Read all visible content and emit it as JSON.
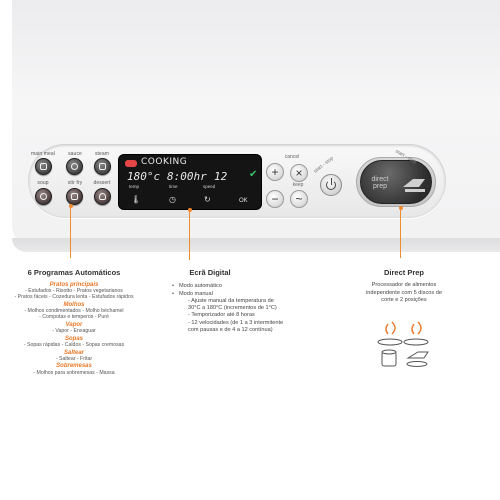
{
  "panel": {
    "programs": [
      {
        "label": "main meal"
      },
      {
        "label": "sauce"
      },
      {
        "label": "steam"
      },
      {
        "label": "soup"
      },
      {
        "label": "stir fry"
      },
      {
        "label": "dessert"
      }
    ],
    "screen": {
      "header": "COOKING",
      "temp_value": "180°c",
      "time_value": "8:00hr",
      "speed_value": "12",
      "temp_label": "temp",
      "time_label": "time",
      "speed_label": "speed",
      "ok_label": "OK"
    },
    "right_buttons": {
      "plus_label": "+",
      "minus_label": "−",
      "cancel_label": "cancel",
      "cancel_glyph": "×",
      "keep_label": "keep",
      "keep_glyph": "~",
      "start_stop_label": "start - stop",
      "start_stop_label2": "start - stop"
    },
    "direct_prep_button_text": "direct prep"
  },
  "sections": {
    "programs": {
      "title": "6 Programas Automáticos",
      "groups": [
        {
          "category": "Pratos principais",
          "lines": [
            "- Estufados - Risotto - Pratos vegetarianos",
            "- Pratos fáceis - Cozedura lenta - Estufados rápidos"
          ]
        },
        {
          "category": "Molhos",
          "lines": [
            "- Molhos condimentados - Molho béchamel",
            "- Compotas e temperos - Puré"
          ]
        },
        {
          "category": "Vapor",
          "lines": [
            "- Vapor - Enxaguar"
          ]
        },
        {
          "category": "Sopas",
          "lines": [
            "- Sopas rápidas - Caldos - Sopas cremosas"
          ]
        },
        {
          "category": "Saltear",
          "lines": [
            "- Saltear - Fritar"
          ]
        },
        {
          "category": "Sobremesas",
          "lines": [
            "- Molhos para sobremesas - Massa"
          ]
        }
      ]
    },
    "display": {
      "title": "Ecrã Digital",
      "bullet1": "Modo automático",
      "bullet2": "Modo manual",
      "sub1a": "- Ajuste manual da temperatura de",
      "sub1b": "30°C a 180°C (incrementos de 1°C)",
      "sub2": "- Temporizador até 8 horas",
      "sub3a": "- 12 velocidades (de 1 a 3 intermitente",
      "sub3b": "com pausas e de 4 a 12 contínua)"
    },
    "direct_prep": {
      "title": "Direct Prep",
      "line1": "Processador de alimentos",
      "line2": "independente com 5 discos de",
      "line3": "corte e 2 posições"
    }
  },
  "colors": {
    "accent": "#f28a2e",
    "category": "#e8792a",
    "screen_bg": "#141414",
    "status_ok": "#3cc06a",
    "indicator": "#e64545"
  }
}
